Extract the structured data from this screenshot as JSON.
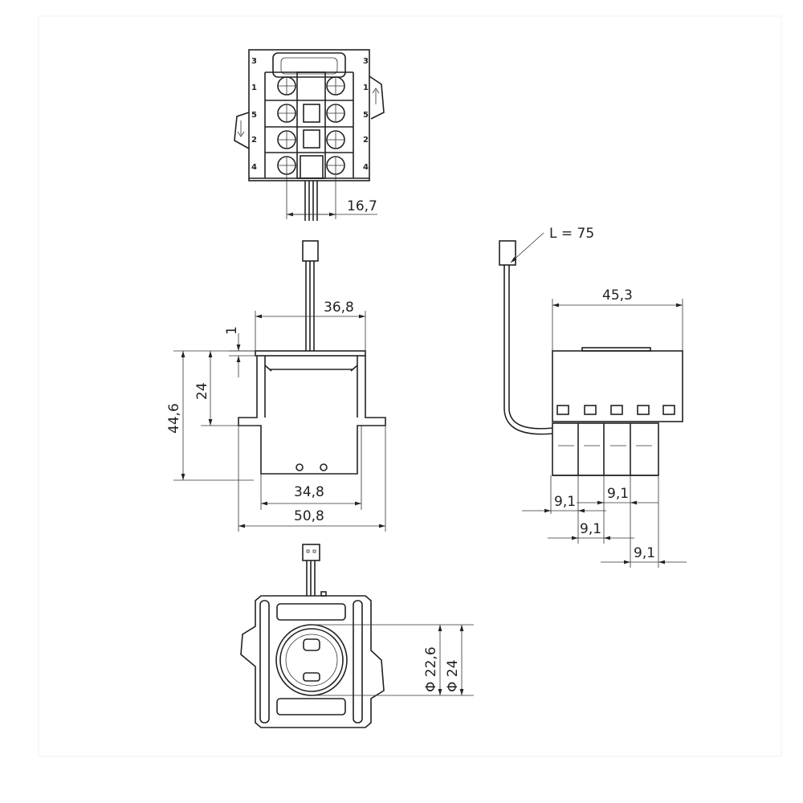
{
  "top_view": {
    "dim_width": "16,7",
    "row_numbers_left": [
      "3",
      "1",
      "5",
      "2",
      "4"
    ],
    "row_numbers_right": [
      "3",
      "1",
      "5",
      "2",
      "4"
    ]
  },
  "front_view": {
    "dim_top_width": "36,8",
    "dim_plate": "1",
    "dim_height_body": "24",
    "dim_height_total": "44,6",
    "dim_inner_width": "34,8",
    "dim_total_width": "50,8"
  },
  "side_view": {
    "cable_length": "L = 75",
    "dim_width": "45,3",
    "pitch_dims": [
      "9,1",
      "9,1",
      "9,1",
      "9,1"
    ]
  },
  "bottom_view": {
    "dim_diameter_inner": "Φ 22,6",
    "dim_diameter_outer": "Φ 24"
  }
}
